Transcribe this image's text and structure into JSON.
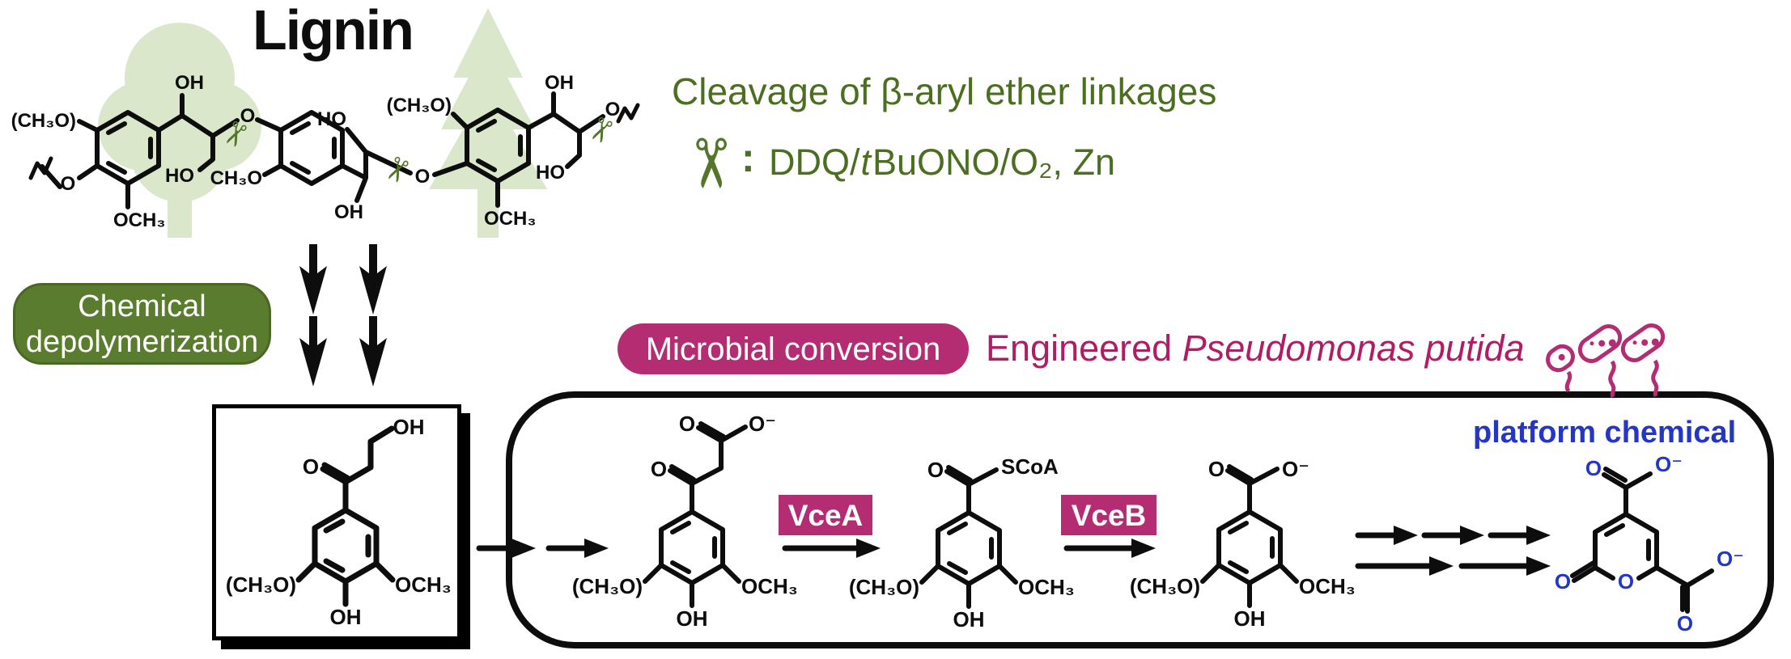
{
  "title": "Lignin",
  "colors": {
    "green_text": "#4b6e20",
    "green_badge": "#5a7c2e",
    "magenta": "#b42d72",
    "blue": "#2336c6",
    "tree_green": "#dbe7cb",
    "structure_black": "#0d0d0d"
  },
  "icons": {
    "scissors_glyph": "✂"
  },
  "cleavage": {
    "heading": "Cleavage of β-aryl ether linkages",
    "colon": ":",
    "r1": "DDQ/",
    "rt": "t",
    "r2": "BuONO/O₂, Zn"
  },
  "chemical_badge": {
    "line1": "Chemical",
    "line2": "depolymerization"
  },
  "microbial_badge": "Microbial conversion",
  "engineered": {
    "prefix": "Engineered ",
    "species": "Pseudomonas putida"
  },
  "enzymes": {
    "vceA": "VceA",
    "vceB": "VceB"
  },
  "platform_label": "platform chemical",
  "molecules": {
    "lignin": {
      "ch3o_left": "(CH₃O)",
      "oh_top1": "OH",
      "o_ether_left": "O",
      "och3_b1": "OCH₃",
      "ho_1": "HO",
      "o_link1": "O",
      "ch3o_2": "CH₃O",
      "ho_top2": "HO",
      "oh_b2": "OH",
      "o_link2": "O",
      "ch3o_3": "(CH₃O)",
      "och3_b3": "OCH₃",
      "oh_top3": "OH",
      "ho_3": "HO",
      "o_right": "O"
    },
    "substrate": {
      "o_ketone": "O",
      "oh_chain": "OH",
      "ch3o": "(CH₃O)",
      "och3": "OCH₃",
      "oh_phenol": "OH"
    },
    "ketoacid": {
      "o_acid": "O",
      "o_minus": "O⁻",
      "o_ketone": "O",
      "ch3o": "(CH₃O)",
      "och3": "OCH₃",
      "oh_phenol": "OH"
    },
    "thioester": {
      "o_ketone": "O",
      "scoa": "SCoA",
      "ch3o": "(CH₃O)",
      "och3": "OCH₃",
      "oh_phenol": "OH"
    },
    "syringate": {
      "o_acid": "O",
      "o_minus": "O⁻",
      "ch3o": "(CH₃O)",
      "och3": "OCH₃",
      "oh_phenol": "OH"
    },
    "pdc": {
      "o_top": "O",
      "o_minus_top": "O⁻",
      "o_lactone": "O",
      "o_ring": "O",
      "o_minus_right": "O⁻",
      "o_bottom": "O"
    }
  }
}
